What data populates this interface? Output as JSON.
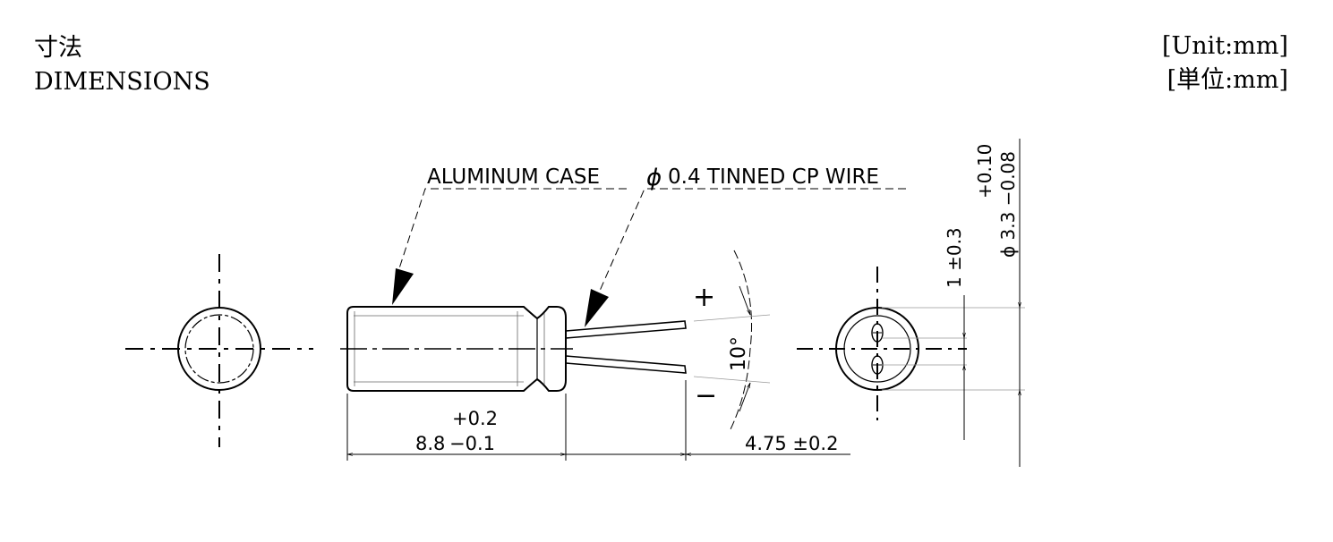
{
  "header": {
    "title_jp": "寸法",
    "title_en": "DIMENSIONS",
    "unit_en": "[Unit:mm]",
    "unit_jp": "[単位:mm]"
  },
  "labels": {
    "aluminum_case": "ALUMINUM CASE",
    "wire_phi": "ϕ",
    "wire": "0.4 TINNED CP WIRE",
    "plus": "+",
    "minus": "−",
    "angle": "10°",
    "length_upper_tol": "+0.2",
    "length_value": "8.8",
    "length_lower_tol": "−0.1",
    "lead_length": "4.75 ±0.2",
    "pitch": "1 ±0.3",
    "dia_upper_tol": "+0.10",
    "dia_value": "ϕ 3.3 −0.08"
  }
}
